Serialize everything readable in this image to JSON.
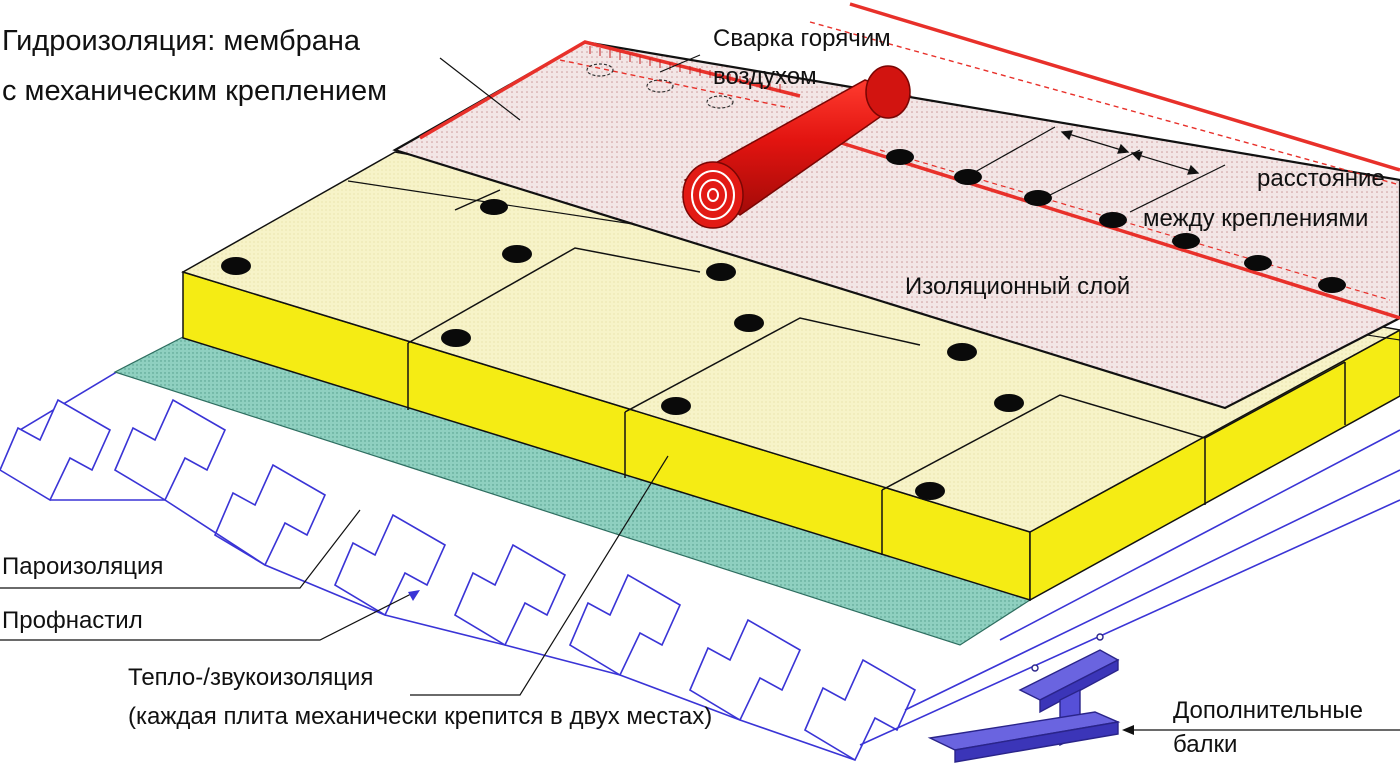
{
  "labels": {
    "waterproofing_1": "Гидроизоляция: мембрана",
    "waterproofing_2": "с механическим креплением",
    "welding_1": "Сварка горячим",
    "welding_2": "воздухом",
    "distance_1": "расстояние",
    "distance_2": "между креплениями",
    "insulation_layer": "Изоляционный слой",
    "vapor_barrier": "Пароизоляция",
    "profiled_sheet": "Профнастил",
    "thermal_1": "Тепло-/звукоизоляция",
    "thermal_2": "(каждая плита механически крепится в двух местах)",
    "beams_1": "Дополнительные",
    "beams_2": "балки"
  },
  "colors": {
    "membrane": "#e8302a",
    "membrane_fill": "#f4e4e4",
    "insulation_top": "#f7f3c4",
    "insulation_side": "#f5ec14",
    "vapor": "#8fd0c0",
    "deck": "#3a34d6",
    "beam": "#4b44c8",
    "fastener": "#0a0a0a"
  }
}
